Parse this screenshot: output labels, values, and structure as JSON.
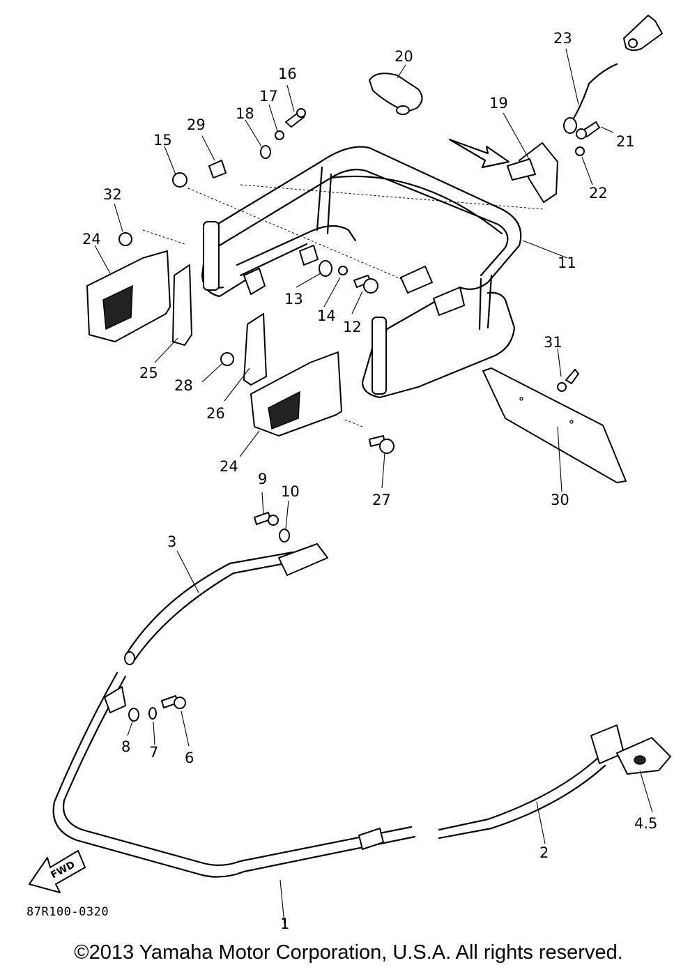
{
  "diagram": {
    "code": "87R100-0320",
    "copyright": "©2013 Yamaha Motor Corporation, U.S.A. All rights reserved.",
    "fwd_label": "FWD",
    "callouts": {
      "c1": "1",
      "c2": "2",
      "c3": "3",
      "c45": "4.5",
      "c6": "6",
      "c7": "7",
      "c8": "8",
      "c9": "9",
      "c10": "10",
      "c11": "11",
      "c12": "12",
      "c13": "13",
      "c14": "14",
      "c15": "15",
      "c16": "16",
      "c17": "17",
      "c18": "18",
      "c19": "19",
      "c20": "20",
      "c21": "21",
      "c22": "22",
      "c23": "23",
      "c24a": "24",
      "c24b": "24",
      "c25": "25",
      "c26": "26",
      "c27": "27",
      "c28": "28",
      "c29": "29",
      "c30": "30",
      "c31": "31",
      "c32": "32"
    }
  }
}
